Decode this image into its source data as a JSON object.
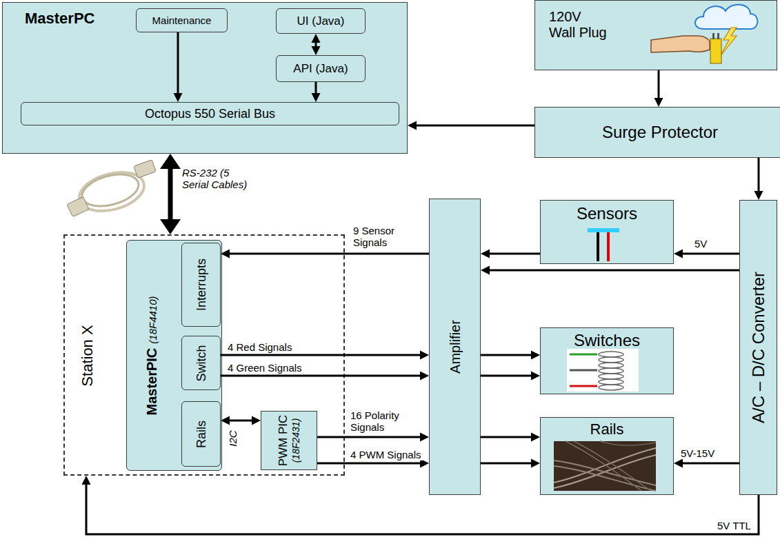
{
  "diagram": {
    "nodes": [
      {
        "text": [
          "MasterPC"
        ]
      },
      {
        "text": [
          "Maintenance"
        ],
        "in": 0
      },
      {
        "text": [
          "UI (Java)"
        ],
        "in": 0
      },
      {
        "text": [
          "API (Java)"
        ],
        "in": 0
      },
      {
        "text": [
          "Octopus 550 Serial Bus"
        ],
        "in": 0
      },
      {
        "text": [
          "120V Wall Plug"
        ]
      },
      {
        "text": [
          "Surge Protector"
        ]
      },
      {
        "text": [
          "Station X"
        ]
      },
      {
        "text": [
          "MasterPIC",
          "(18F4410)"
        ],
        "in": 7
      },
      {
        "text": [
          "Interrupts"
        ],
        "in": 8
      },
      {
        "text": [
          "Switch"
        ],
        "in": 8
      },
      {
        "text": [
          "Rails"
        ],
        "in": 8
      },
      {
        "text": [
          "PWM PIC",
          "(18F2431)"
        ],
        "in": 7
      },
      {
        "text": [
          "Amplifier"
        ]
      },
      {
        "text": [
          "Sensors"
        ]
      },
      {
        "text": [
          "Switches"
        ]
      },
      {
        "text": [
          "Rails"
        ]
      },
      {
        "text": [
          "A/C – D/C Converter"
        ]
      }
    ],
    "edges": [
      {
        "from": 1,
        "to": 4,
        "arrow": "to"
      },
      {
        "from": 2,
        "to": 3,
        "arrow": "both"
      },
      {
        "from": 3,
        "to": 4,
        "arrow": "to"
      },
      {
        "from": 5,
        "to": 6,
        "arrow": "to"
      },
      {
        "from": 6,
        "to": 0,
        "arrow": "to"
      },
      {
        "from": 6,
        "to": 17,
        "arrow": "to"
      },
      {
        "from": 0,
        "to": 7,
        "arrow": "both",
        "label": "RS-232 (5 Serial Cables)"
      },
      {
        "from": 13,
        "to": 9,
        "arrow": "to",
        "label": "9 Sensor Signals"
      },
      {
        "from": 14,
        "to": 13,
        "arrow": "to"
      },
      {
        "from": 17,
        "to": 14,
        "arrow": "to",
        "label": "5V"
      },
      {
        "from": 17,
        "to": 13,
        "arrow": "to"
      },
      {
        "from": 10,
        "to": 13,
        "arrow": "to",
        "label": "4 Red Signals"
      },
      {
        "from": 10,
        "to": 13,
        "arrow": "to",
        "label": "4 Green Signals"
      },
      {
        "from": 13,
        "to": 15,
        "arrow": "to"
      },
      {
        "from": 13,
        "to": 15,
        "arrow": "to"
      },
      {
        "from": 12,
        "to": 13,
        "arrow": "to",
        "label": "16 Polarity Signals"
      },
      {
        "from": 12,
        "to": 13,
        "arrow": "to",
        "label": "4 PWM Signals"
      },
      {
        "from": 13,
        "to": 16,
        "arrow": "to"
      },
      {
        "from": 13,
        "to": 16,
        "arrow": "to"
      },
      {
        "from": 17,
        "to": 16,
        "arrow": "to",
        "label": "5V-15V"
      },
      {
        "from": 17,
        "to": 7,
        "arrow": "to",
        "label": "5V TTL"
      },
      {
        "from": 11,
        "to": 12,
        "arrow": "both",
        "label": "I2C"
      }
    ]
  }
}
